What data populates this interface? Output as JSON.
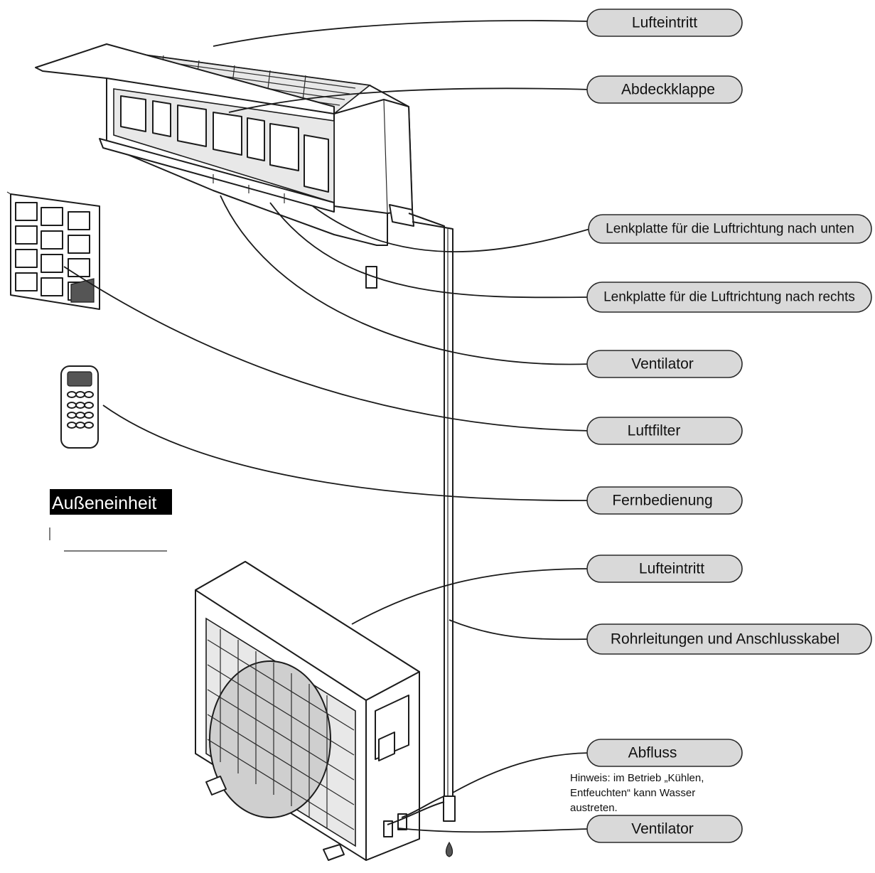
{
  "labels": {
    "lufteintritt_top": "Lufteintritt",
    "abdeckklappe": "Abdeckklappe",
    "lenkplatte_unten": "Lenkplatte für die Luftrichtung nach unten",
    "lenkplatte_rechts": "Lenkplatte für die Luftrichtung nach rechts",
    "ventilator_indoor": "Ventilator",
    "luftfilter": "Luftfilter",
    "fernbedienung": "Fernbedienung",
    "lufteintritt_outdoor": "Lufteintritt",
    "rohrleitungen": "Rohrleitungen und Anschlusskabel",
    "abfluss": "Abfluss",
    "ventilator_outdoor": "Ventilator"
  },
  "section_heading": "Außeneinheit",
  "note": {
    "line1": "Hinweis: im Betrieb „Kühlen,",
    "line2": "Entfeuchten“ kann Wasser",
    "line3": "austreten."
  },
  "colors": {
    "pill_fill": "#d9d9d9",
    "heading_bg": "#000000",
    "line": "#1a1a1a"
  }
}
